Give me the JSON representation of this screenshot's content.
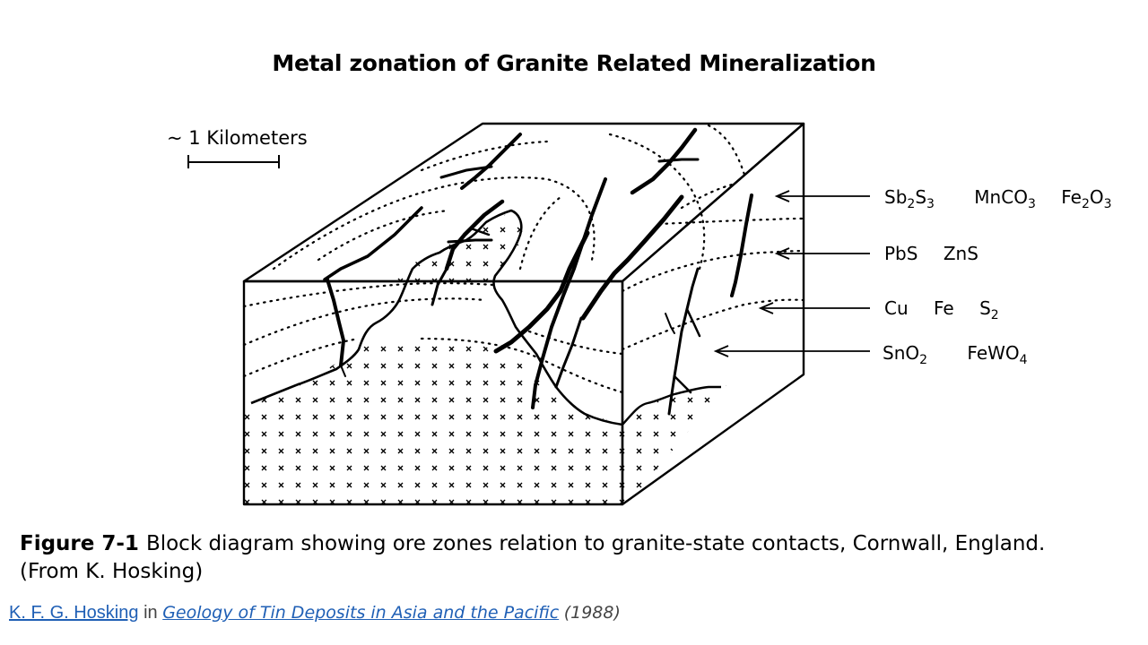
{
  "title": "Metal zonation of Granite Related Mineralization",
  "scale": {
    "text": "~ 1 Kilometers"
  },
  "zones": [
    {
      "formulas": [
        {
          "base": "Sb",
          "sub": "2",
          "rest": "S",
          "sub2": "3"
        },
        {
          "base": "MnCO",
          "sub": "3"
        },
        {
          "base": "Fe",
          "sub": "2",
          "rest": "O",
          "sub2": "3"
        }
      ]
    },
    {
      "formulas": [
        {
          "base": "PbS"
        },
        {
          "base": "ZnS"
        }
      ]
    },
    {
      "formulas": [
        {
          "base": "Cu"
        },
        {
          "base": "Fe"
        },
        {
          "base": "S",
          "sub": "2"
        }
      ]
    },
    {
      "formulas": [
        {
          "base": "SnO",
          "sub": "2"
        },
        {
          "base": "FeWO",
          "sub": "4"
        }
      ]
    }
  ],
  "caption": {
    "figure_number": "Figure 7-1",
    "text": "Block diagram showing ore zones relation to granite-state contacts, Cornwall, England.",
    "credit": "(From K. Hosking)"
  },
  "source": {
    "author": "K. F. G. Hosking",
    "in": "in",
    "book": "Geology of Tin Deposits in Asia and the Pacific",
    "year": "(1988)"
  }
}
